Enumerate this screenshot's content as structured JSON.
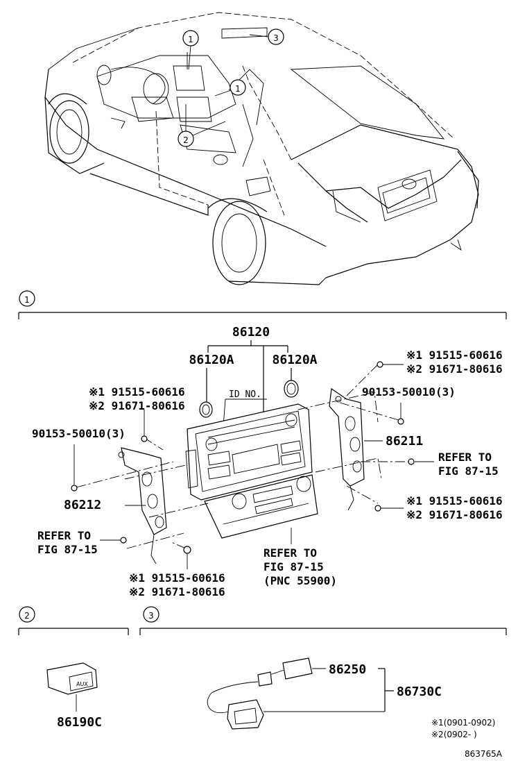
{
  "callouts": {
    "c1": "1",
    "c2": "2",
    "c3": "3"
  },
  "section1": {
    "assembly": "86120",
    "knob_left": "86120A",
    "knob_right": "86120A",
    "id_no": "ID NO.",
    "bracket_right": "86211",
    "bracket_left": "86212",
    "screw_left": "90153-50010(3)",
    "screw_right": "90153-50010(3)",
    "ref_tl": {
      "a": "※1 91515-60616",
      "b": "※2 91671-80616"
    },
    "ref_tr": {
      "a": "※1 91515-60616",
      "b": "※2 91671-80616"
    },
    "ref_mr": {
      "a": "※1 91515-60616",
      "b": "※2 91671-80616"
    },
    "ref_bl": {
      "a": "※1 91515-60616",
      "b": "※2 91671-80616"
    },
    "refer_left": {
      "l1": "REFER TO",
      "l2": "FIG 87-15"
    },
    "refer_right": {
      "l1": "REFER TO",
      "l2": "FIG 87-15"
    },
    "refer_bottom": {
      "l1": "REFER TO",
      "l2": "FIG 87-15",
      "l3": "(PNC 55900)"
    }
  },
  "section2": {
    "part": "86190C",
    "switch_label": "AUX"
  },
  "section3": {
    "cable": "86250",
    "assembly": "86730C"
  },
  "notes": {
    "n1": "※1(0901-0902)",
    "n2": "※2(0902-      )"
  },
  "figure_id": "863765A"
}
